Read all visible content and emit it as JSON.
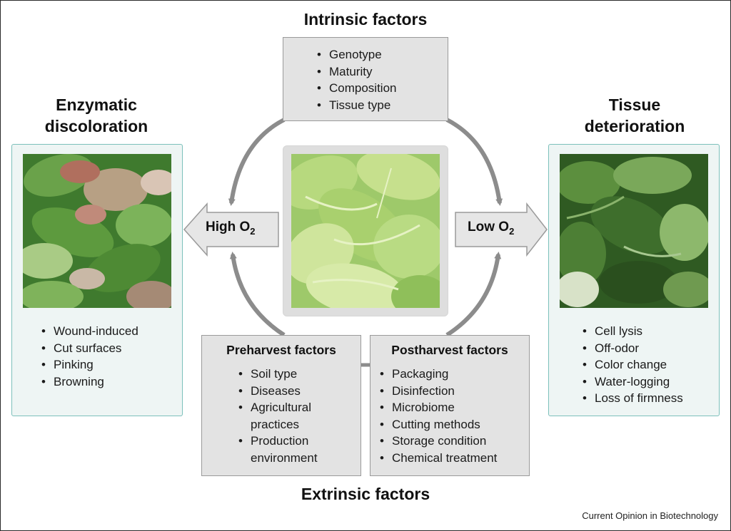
{
  "headings": {
    "intrinsic": "Intrinsic factors",
    "enzymatic_line1": "Enzymatic",
    "enzymatic_line2": "discoloration",
    "tissue_line1": "Tissue",
    "tissue_line2": "deterioration",
    "extrinsic": "Extrinsic factors"
  },
  "intrinsic_items": [
    "Genotype",
    "Maturity",
    "Composition",
    "Tissue type"
  ],
  "enzymatic_items": [
    "Wound-induced",
    "Cut surfaces",
    "Pinking",
    "Browning"
  ],
  "tissue_items": [
    "Cell lysis",
    "Off-odor",
    "Color change",
    "Water-logging",
    "Loss of firmness"
  ],
  "preharvest": {
    "title": "Preharvest factors",
    "items": [
      "Soil type",
      "Diseases",
      "Agricultural practices",
      "Production environment"
    ]
  },
  "postharvest": {
    "title": "Postharvest factors",
    "items": [
      "Packaging",
      "Disinfection",
      "Microbiome",
      "Cutting methods",
      "Storage condition",
      "Chemical treatment"
    ]
  },
  "arrows": {
    "high": {
      "text": "High O",
      "sub": "2"
    },
    "low": {
      "text": "Low O",
      "sub": "2"
    }
  },
  "credit": "Current Opinion in Biotechnology",
  "colors": {
    "panel_fill": "#eef5f4",
    "panel_border": "#7cc0bb",
    "box_fill": "#e3e3e3",
    "arrow_gray": "#8c8c8c"
  }
}
